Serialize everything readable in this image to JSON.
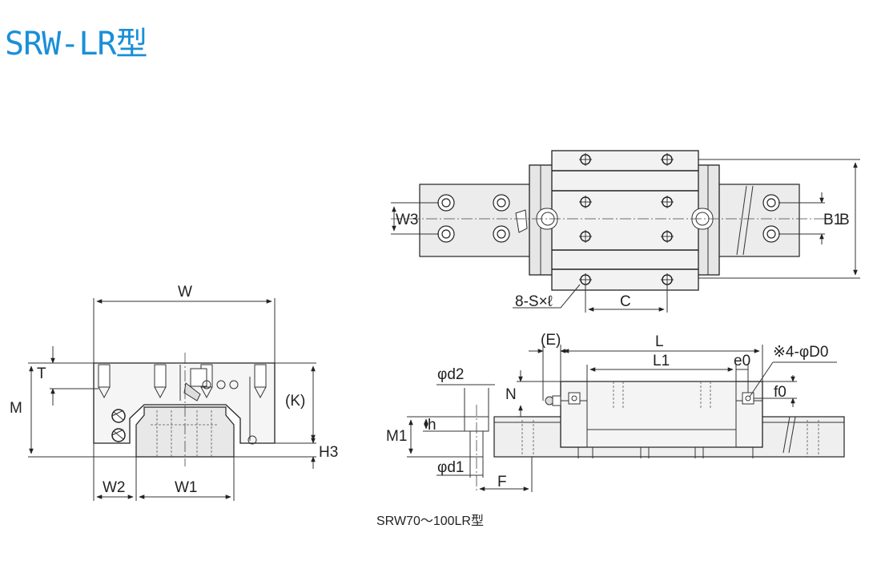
{
  "title": "SRW-LR型",
  "caption": "SRW70～100LR型",
  "labels": {
    "W": "W",
    "T": "T",
    "M": "M",
    "K": "(K)",
    "H3": "H3",
    "W2": "W2",
    "W1": "W1",
    "W3": "W3",
    "B1": "B1",
    "B": "B",
    "S": "8-S×ℓ",
    "C": "C",
    "E": "(E)",
    "L": "L",
    "L1": "L1",
    "e0": "e0",
    "D0": "※4-φD0",
    "d2": "φd2",
    "N": "N",
    "f0": "f0",
    "M1": "M1",
    "h": "h",
    "d1": "φd1",
    "F": "F"
  }
}
